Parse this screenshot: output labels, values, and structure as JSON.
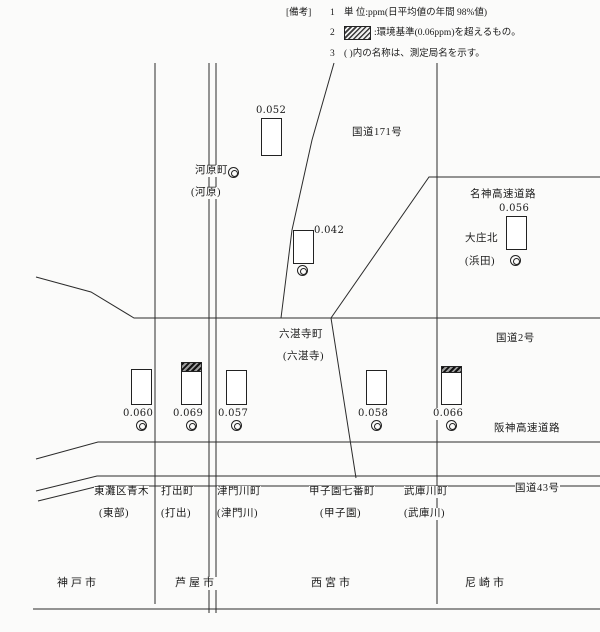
{
  "legend": {
    "heading": "[備考]",
    "rows": [
      {
        "num": "1",
        "text": "単 位:ppm(日平均値の年間 98%値)"
      },
      {
        "num": "2",
        "text": ":環境基準(0.06ppm)を超えるもの。"
      },
      {
        "num": "3",
        "text": "( )内の名称は、測定局名を示す。"
      }
    ]
  },
  "roads": {
    "route171": "国道171号",
    "meishin": "名神高速道路",
    "route2": "国道2号",
    "hanshin": "阪神高速道路",
    "route43": "国道43号"
  },
  "stations": [
    {
      "value": "0.052",
      "name": "河原町",
      "local": "(河原)",
      "exceeds_standard": false
    },
    {
      "value": "0.042",
      "name": "六湛寺町",
      "local": "(六湛寺)",
      "exceeds_standard": false
    },
    {
      "value": "0.056",
      "name": "大庄北",
      "local": "(浜田)",
      "exceeds_standard": false
    },
    {
      "value": "0.060",
      "name": "東灘区青木",
      "local": "(東部)",
      "exceeds_standard": false
    },
    {
      "value": "0.069",
      "name": "打出町",
      "local": "(打出)",
      "exceeds_standard": true
    },
    {
      "value": "0.057",
      "name": "津門川町",
      "local": "(津門川)",
      "exceeds_standard": false
    },
    {
      "value": "0.058",
      "name": "甲子園七番町",
      "local": "(甲子園)",
      "exceeds_standard": false
    },
    {
      "value": "0.066",
      "name": "武庫川町",
      "local": "(武庫川)",
      "exceeds_standard": true
    }
  ],
  "cities": [
    "神戸市",
    "芦屋市",
    "西宮市",
    "尼崎市"
  ],
  "unit": "ppm",
  "standard_value": "0.06ppm",
  "colors": {
    "line": "#2b2b2b",
    "background": "#fbfbfa"
  }
}
